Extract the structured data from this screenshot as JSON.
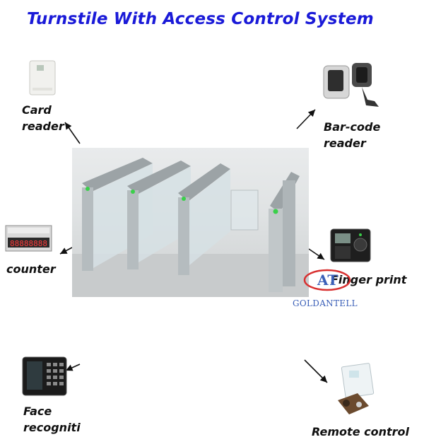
{
  "title": "Turnstile With Access Control System",
  "labels": {
    "card_reader_line1": "Card",
    "card_reader_line2": "reader",
    "barcode_line1": "Bar-code",
    "barcode_line2": "reader",
    "counter": "counter",
    "finger_print": "Finger print",
    "face_line1": "Face",
    "face_line2": "recogniti",
    "remote_control": "Remote control"
  },
  "counter_display": "88888888",
  "logo": {
    "mark": "AT",
    "brand": "GOLDANTELL"
  },
  "colors": {
    "title": "#1a1ad8",
    "logo_blue": "#3a5fb8",
    "logo_red": "#d83030",
    "indicator_green": "#3ad04a"
  }
}
